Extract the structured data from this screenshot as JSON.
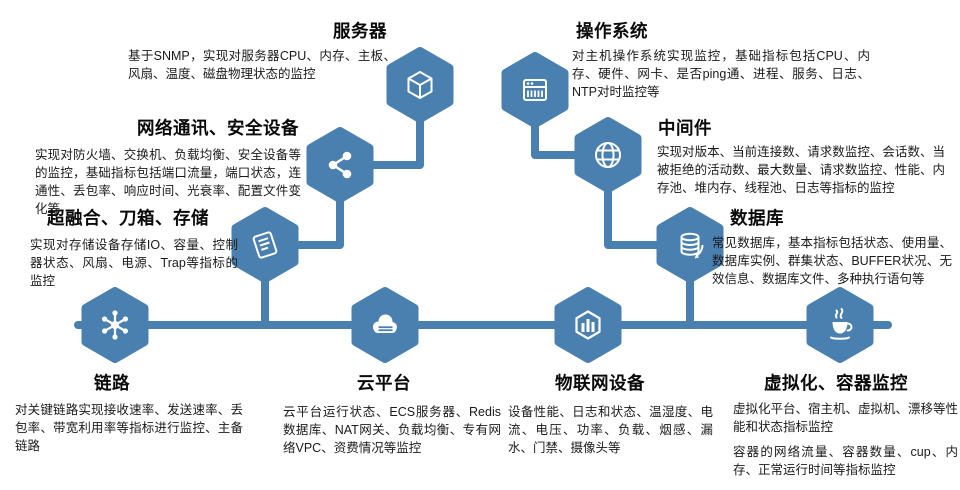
{
  "accent_color": "#4a80b0",
  "background_color": "#ffffff",
  "nodes": {
    "server": {
      "title": "服务器",
      "desc": "基于SNMP，实现对服务器CPU、内存、主板、风扇、温度、磁盘物理状态的监控",
      "icon": "cube-icon"
    },
    "os": {
      "title": "操作系统",
      "desc": "对主机操作系统实现监控，基础指标包括CPU、内存、硬件、网卡、是否ping通、进程、服务、日志、NTP对时监控等",
      "icon": "server-rack-icon"
    },
    "network": {
      "title": "网络通讯、安全设备",
      "desc": "实现对防火墙、交换机、负载均衡、安全设备等的监控，基础指标包括端口流量，端口状态，连通性、丢包率、响应时间、光衰率、配置文件变化等",
      "icon": "share-nodes-icon"
    },
    "middleware": {
      "title": "中间件",
      "desc": "实现对版本、当前连接数、请求数监控、会话数、当被拒绝的活动数、最大数量、请求数监控、性能、内存池、堆内存、线程池、日志等指标的监控",
      "icon": "globe-icon"
    },
    "storage": {
      "title": "超融合、刀箱、存储",
      "desc": "实现对存储设备存储IO、容量、控制器状态、风扇、电源、Trap等指标的监控",
      "icon": "scroll-icon"
    },
    "database": {
      "title": "数据库",
      "desc": "常见数据库，基本指标包括状态、使用量、数据库实例、群集状态、BUFFER状况、无效信息、数据库文件、多种执行语句等",
      "icon": "database-icon"
    },
    "link": {
      "title": "链路",
      "desc": "对关键链路实现接收速率、发送速率、丢包率、带宽利用率等指标进行监控、主备链路",
      "icon": "hub-icon"
    },
    "cloud": {
      "title": "云平台",
      "desc": "云平台运行状态、ECS服务器、Redis数据库、NAT网关、负载均衡、专有网络VPC、资费情况等监控",
      "icon": "cloud-icon"
    },
    "iot": {
      "title": "物联网设备",
      "desc": "设备性能、日志和状态、温湿度、电流、电压、功率、负载、烟感、漏水、门禁、摄像头等",
      "icon": "iot-hexagon-icon"
    },
    "virtualization": {
      "title": "虚拟化、容器监控",
      "desc": "虚拟化平台、宿主机、虚拟机、漂移等性能和状态指标监控",
      "desc2": "容器的网络流量、容器数量、cup、内存、正常运行时间等指标监控",
      "icon": "java-cup-icon"
    }
  }
}
